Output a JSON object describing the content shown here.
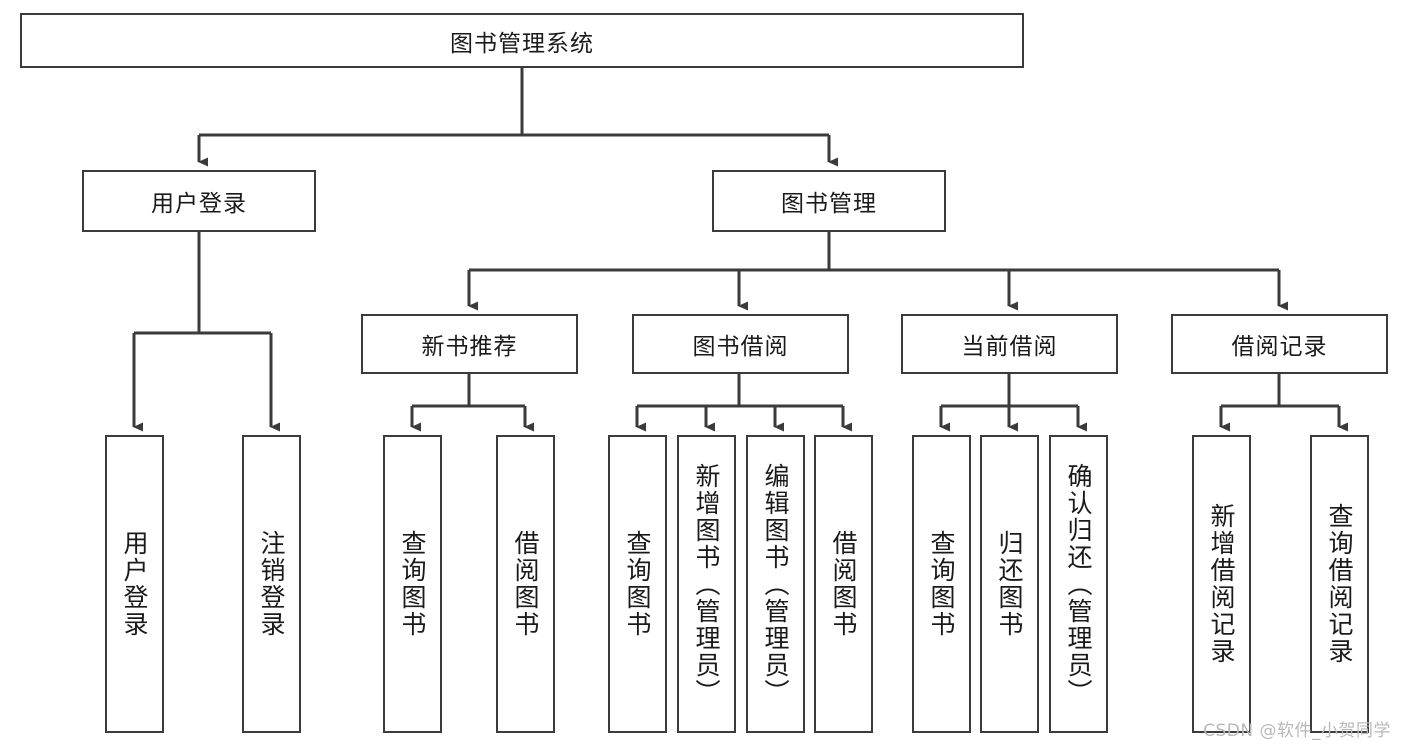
{
  "diagram": {
    "title": "图书管理系统",
    "watermark": "CSDN @软件_小贺同学",
    "line_color": "#3b3b3b",
    "box_fill": "#ffffff",
    "text_color": "#1a1a1a",
    "nodes": {
      "root": {
        "label": "图书管理系统"
      },
      "level2": [
        {
          "label": "用户登录"
        },
        {
          "label": "图书管理"
        }
      ],
      "level3": [
        {
          "label": "新书推荐"
        },
        {
          "label": "图书借阅"
        },
        {
          "label": "当前借阅"
        },
        {
          "label": "借阅记录"
        }
      ],
      "leaves": {
        "user_login": [
          {
            "label": "用户登录"
          },
          {
            "label": "注销登录"
          }
        ],
        "new_book_recommend": [
          {
            "label": "查询图书"
          },
          {
            "label": "借阅图书"
          }
        ],
        "book_borrow": [
          {
            "label": "查询图书"
          },
          {
            "label": "新增图书（管理员）"
          },
          {
            "label": "编辑图书（管理员）"
          },
          {
            "label": "借阅图书"
          }
        ],
        "current_borrow": [
          {
            "label": "查询图书"
          },
          {
            "label": "归还图书"
          },
          {
            "label": "确认归还（管理员）"
          }
        ],
        "borrow_record": [
          {
            "label": "新增借阅记录"
          },
          {
            "label": "查询借阅记录"
          }
        ]
      }
    }
  }
}
